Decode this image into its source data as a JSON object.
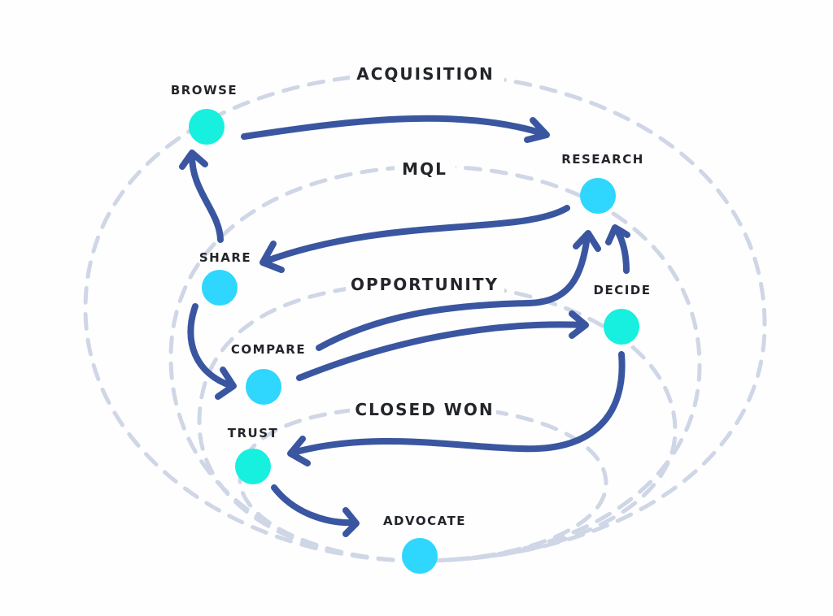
{
  "diagram": {
    "colors": {
      "ring": "#cfd6e6",
      "arrow": "#3a56a0",
      "node_teal": "#17efdf",
      "node_sky": "#2fd6fd",
      "text": "#23252b"
    },
    "stages": [
      {
        "id": "acquisition",
        "label": "ACQUISITION"
      },
      {
        "id": "mql",
        "label": "MQL"
      },
      {
        "id": "opportunity",
        "label": "OPPORTUNITY"
      },
      {
        "id": "closed-won",
        "label": "CLOSED WON"
      }
    ],
    "nodes": [
      {
        "id": "browse",
        "label": "BROWSE",
        "color": "teal"
      },
      {
        "id": "research",
        "label": "RESEARCH",
        "color": "sky"
      },
      {
        "id": "share",
        "label": "SHARE",
        "color": "sky"
      },
      {
        "id": "compare",
        "label": "COMPARE",
        "color": "sky"
      },
      {
        "id": "decide",
        "label": "DECIDE",
        "color": "teal"
      },
      {
        "id": "trust",
        "label": "TRUST",
        "color": "teal"
      },
      {
        "id": "advocate",
        "label": "ADVOCATE",
        "color": "sky"
      }
    ],
    "edges": [
      {
        "from": "browse",
        "to": "research"
      },
      {
        "from": "research",
        "to": "share"
      },
      {
        "from": "share",
        "to": "browse"
      },
      {
        "from": "share",
        "to": "compare"
      },
      {
        "from": "compare",
        "to": "research"
      },
      {
        "from": "compare",
        "to": "decide"
      },
      {
        "from": "decide",
        "to": "research"
      },
      {
        "from": "decide",
        "to": "trust"
      },
      {
        "from": "trust",
        "to": "advocate"
      }
    ]
  }
}
